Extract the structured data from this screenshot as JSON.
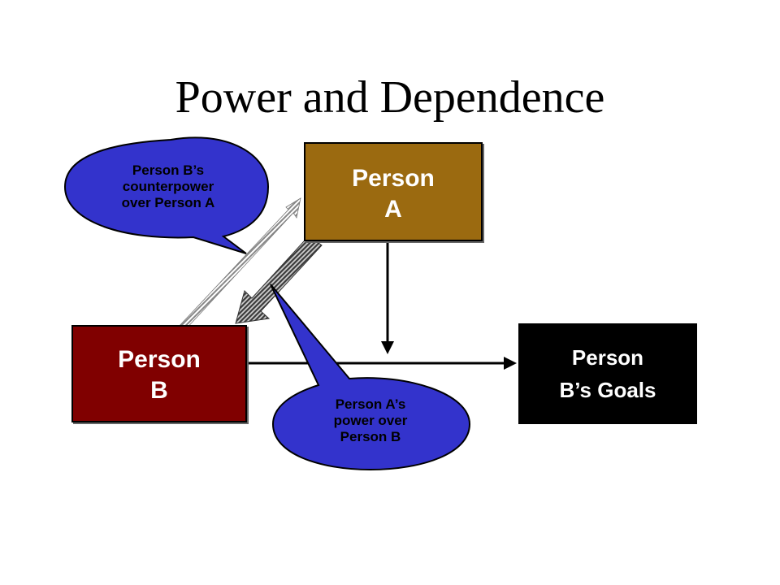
{
  "slide": {
    "title": "Power and Dependence"
  },
  "boxes": {
    "person_a": {
      "line1": "Person",
      "line2": "A",
      "fill": "#9b6a10"
    },
    "person_b": {
      "line1": "Person",
      "line2": "B",
      "fill": "#800000"
    },
    "goals": {
      "line1": "Person",
      "line2": "B’s Goals",
      "fill": "#000000"
    }
  },
  "callouts": {
    "counterpower": {
      "line1": "Person B’s",
      "line2": "counterpower",
      "line3": "over Person A",
      "fill": "#3333cc"
    },
    "power": {
      "line1": "Person A’s",
      "line2": "power over",
      "line3": "Person B",
      "fill": "#3333cc"
    }
  }
}
